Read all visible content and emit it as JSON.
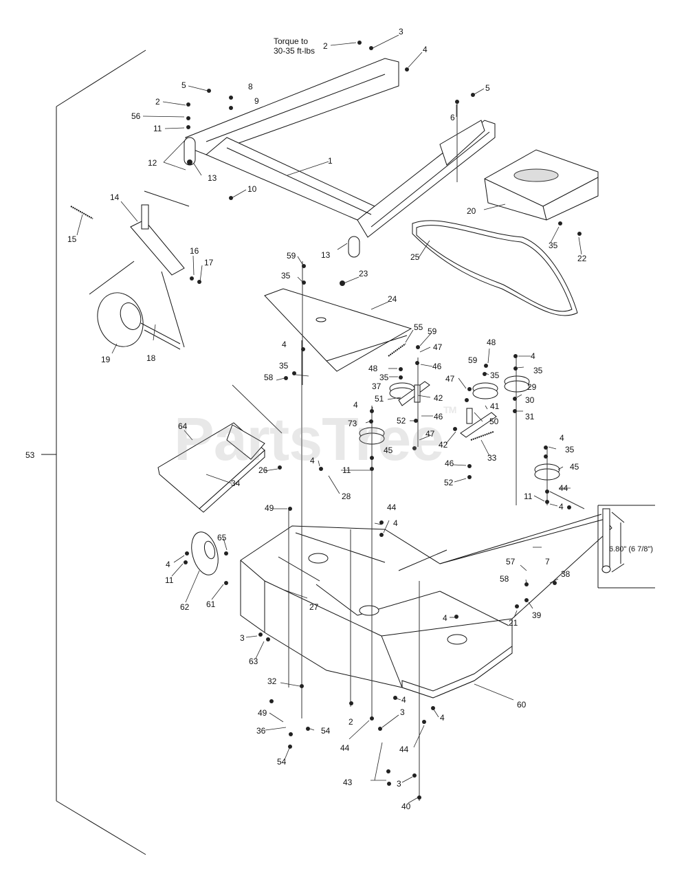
{
  "notes": {
    "torque_line1": "Torque to",
    "torque_line2": "30-35 ft-lbs",
    "dimension": "6.80\" (6 7/8\")"
  },
  "watermark": {
    "text": "PartsTree",
    "tm": "TM"
  },
  "callouts": {
    "c1": "1",
    "c2a": "2",
    "c2b": "2",
    "c2c": "2",
    "c3a": "3",
    "c3b": "3",
    "c3c": "3",
    "c3d": "3",
    "c4a": "4",
    "c4b": "4",
    "c4c": "4",
    "c4d": "4",
    "c4e": "4",
    "c4f": "4",
    "c4g": "4",
    "c4h": "4",
    "c4i": "4",
    "c4j": "4",
    "c4k": "4",
    "c4l": "4",
    "c5a": "5",
    "c5b": "5",
    "c6": "6",
    "c7": "7",
    "c8": "8",
    "c9": "9",
    "c10": "10",
    "c11a": "11",
    "c11b": "11",
    "c11c": "11",
    "c11d": "11",
    "c12": "12",
    "c13a": "13",
    "c13b": "13",
    "c14": "14",
    "c15": "15",
    "c16": "16",
    "c17": "17",
    "c18": "18",
    "c19": "19",
    "c20": "20",
    "c21": "21",
    "c22": "22",
    "c23": "23",
    "c24": "24",
    "c25": "25",
    "c26": "26",
    "c27": "27",
    "c28": "28",
    "c29": "29",
    "c30": "30",
    "c31": "31",
    "c32": "32",
    "c33": "33",
    "c34": "34",
    "c35a": "35",
    "c35b": "35",
    "c35c": "35",
    "c35d": "35",
    "c35e": "35",
    "c35f": "35",
    "c35g": "35",
    "c36": "36",
    "c37": "37",
    "c38": "38",
    "c39": "39",
    "c40": "40",
    "c41": "41",
    "c42a": "42",
    "c42b": "42",
    "c43": "43",
    "c44a": "44",
    "c44b": "44",
    "c44c": "44",
    "c44d": "44",
    "c45a": "45",
    "c45b": "45",
    "c46a": "46",
    "c46b": "46",
    "c46c": "46",
    "c47a": "47",
    "c47b": "47",
    "c47c": "47",
    "c48a": "48",
    "c48b": "48",
    "c49a": "49",
    "c49b": "49",
    "c50": "50",
    "c51": "51",
    "c52a": "52",
    "c52b": "52",
    "c53": "53",
    "c54a": "54",
    "c54b": "54",
    "c55": "55",
    "c56": "56",
    "c57": "57",
    "c58a": "58",
    "c58b": "58",
    "c59a": "59",
    "c59b": "59",
    "c59c": "59",
    "c60": "60",
    "c61": "61",
    "c62": "62",
    "c63": "63",
    "c64": "64",
    "c65": "65",
    "c73": "73"
  }
}
